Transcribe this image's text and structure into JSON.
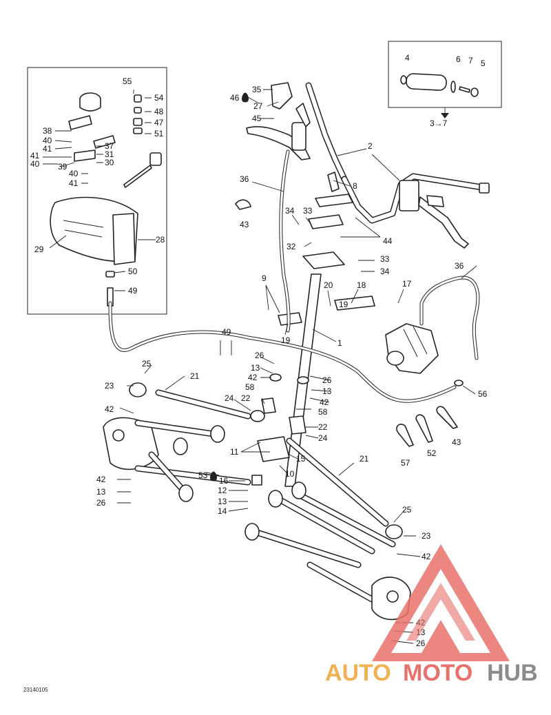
{
  "diagram": {
    "drawing_code": "23140105",
    "callouts": [
      "1",
      "2",
      "4",
      "5",
      "6",
      "7",
      "8",
      "9",
      "10",
      "11",
      "12",
      "13",
      "14",
      "15",
      "16",
      "17",
      "18",
      "19",
      "20",
      "21",
      "22",
      "23",
      "24",
      "25",
      "26",
      "27",
      "28",
      "29",
      "30",
      "31",
      "33",
      "34",
      "35",
      "36",
      "37",
      "38",
      "39",
      "40",
      "41",
      "42",
      "43",
      "44",
      "45",
      "46",
      "47",
      "48",
      "49",
      "50",
      "51",
      "52",
      "53",
      "54",
      "55",
      "56",
      "57",
      "58",
      "32"
    ],
    "inset_ref": "3→7"
  },
  "watermark": {
    "brand_part1": "AUTO",
    "brand_part2": "MOTO",
    "brand_part3": "HUB",
    "colors": {
      "orange": "#f0b252",
      "red": "#e8716b",
      "gray": "#8b8b8b"
    }
  }
}
